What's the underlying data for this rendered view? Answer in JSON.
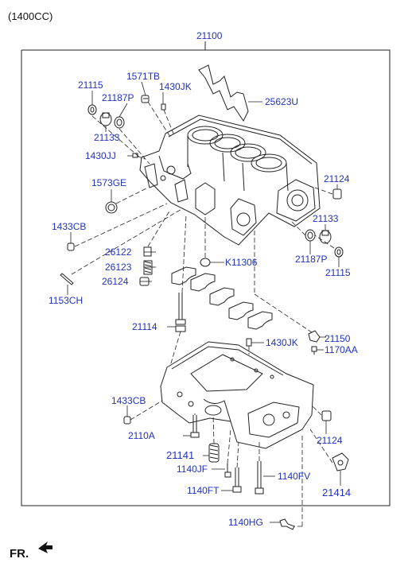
{
  "header": {
    "engine_note": "(1400CC)",
    "assembly_code": "21100"
  },
  "footer": {
    "front_marker": "FR.",
    "front_arrow_icon": "front-arrow-icon"
  },
  "parts": [
    {
      "id": "p21115_l",
      "code": "21115"
    },
    {
      "id": "p1571TB",
      "code": "1571TB"
    },
    {
      "id": "p1430JK_t",
      "code": "1430JK"
    },
    {
      "id": "p21187P_l",
      "code": "21187P"
    },
    {
      "id": "p25623U",
      "code": "25623U"
    },
    {
      "id": "p21133_l",
      "code": "21133"
    },
    {
      "id": "p1430JJ",
      "code": "1430JJ"
    },
    {
      "id": "p1573GE",
      "code": "1573GE"
    },
    {
      "id": "p21124_r",
      "code": "21124"
    },
    {
      "id": "p1433CB_l",
      "code": "1433CB"
    },
    {
      "id": "p21133_r",
      "code": "21133"
    },
    {
      "id": "p26122",
      "code": "26122"
    },
    {
      "id": "p21187P_r",
      "code": "21187P"
    },
    {
      "id": "pK11306",
      "code": "K11306"
    },
    {
      "id": "p26123",
      "code": "26123"
    },
    {
      "id": "p21115_r",
      "code": "21115"
    },
    {
      "id": "p26124",
      "code": "26124"
    },
    {
      "id": "p1153CH",
      "code": "1153CH"
    },
    {
      "id": "p21114",
      "code": "21114"
    },
    {
      "id": "p21150",
      "code": "21150"
    },
    {
      "id": "p1430JK_m",
      "code": "1430JK"
    },
    {
      "id": "p1170AA",
      "code": "1170AA"
    },
    {
      "id": "p1433CB_b",
      "code": "1433CB"
    },
    {
      "id": "p2110A",
      "code": "2110A"
    },
    {
      "id": "p21124_b",
      "code": "21124"
    },
    {
      "id": "p21141",
      "code": "21141"
    },
    {
      "id": "p1140JF",
      "code": "1140JF"
    },
    {
      "id": "p1140FV",
      "code": "1140FV"
    },
    {
      "id": "p21414",
      "code": "21414"
    },
    {
      "id": "p1140FT",
      "code": "1140FT"
    },
    {
      "id": "p1140HG",
      "code": "1140HG"
    }
  ]
}
